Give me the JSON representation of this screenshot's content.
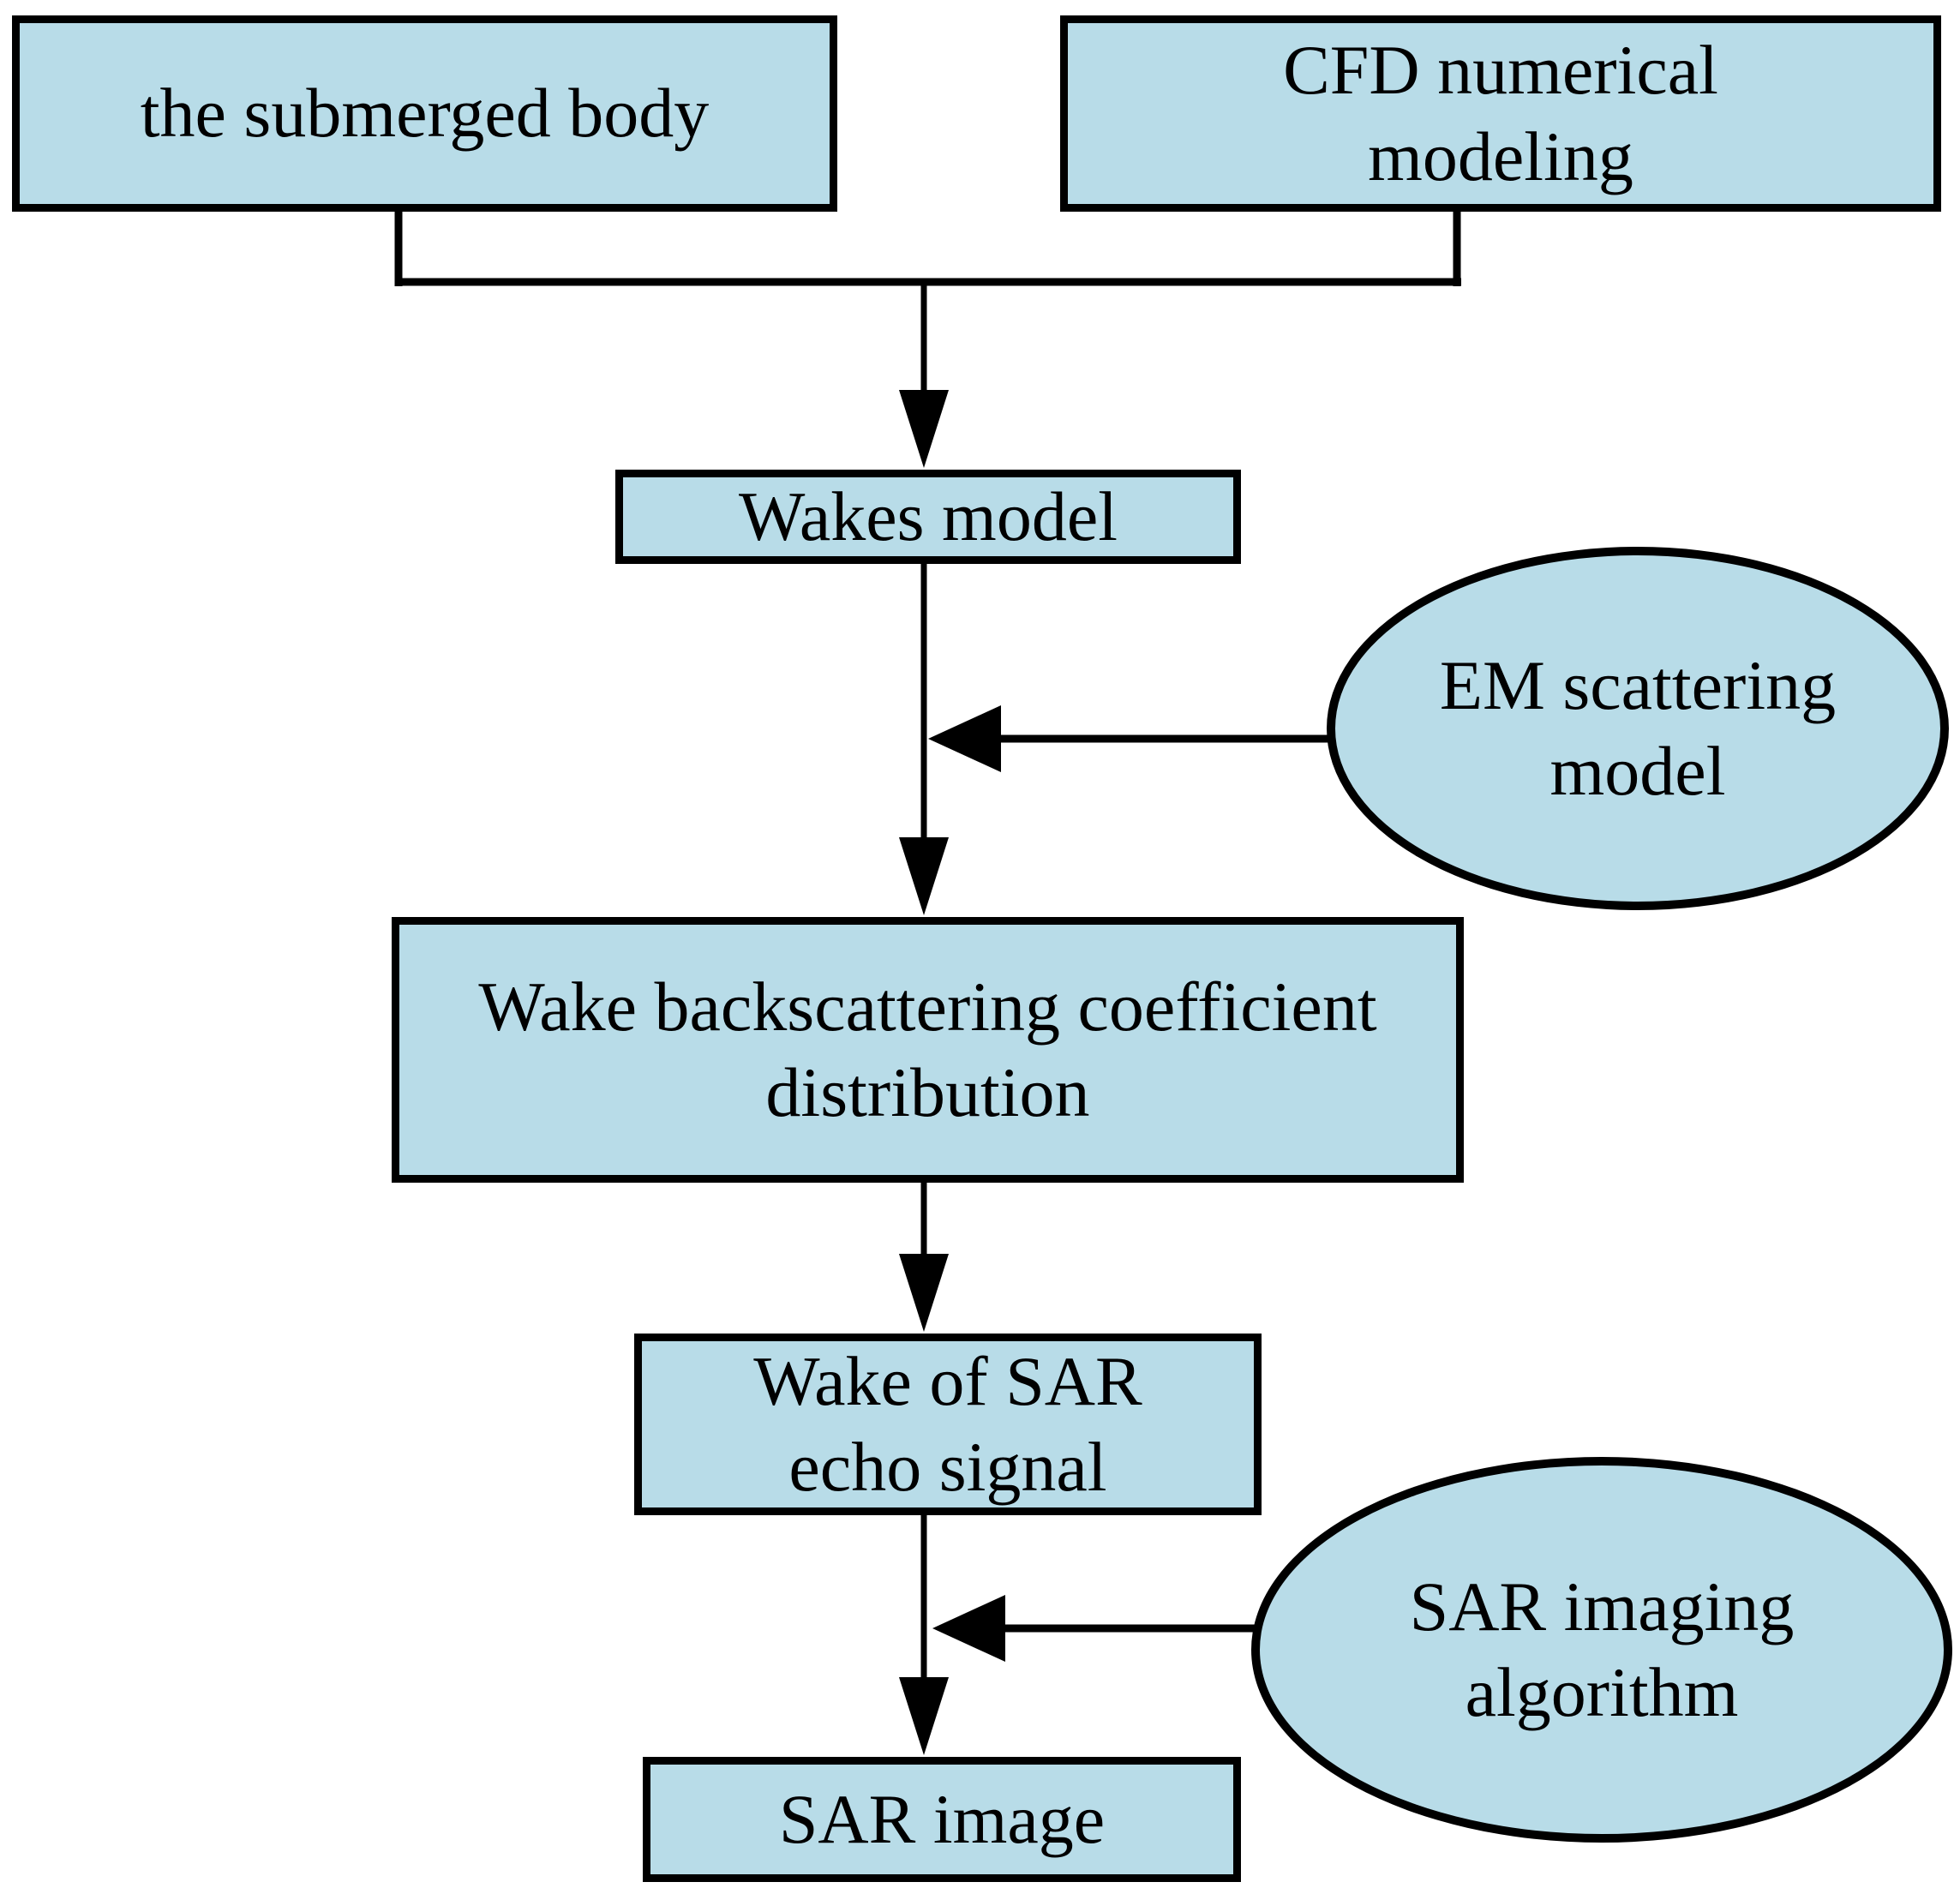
{
  "diagram": {
    "type": "flowchart",
    "colors": {
      "node_fill": "#b8dce8",
      "node_border": "#000000",
      "text_color": "#000000",
      "background": "#ffffff"
    },
    "nodes": [
      {
        "id": "submerged-body",
        "shape": "rectangle",
        "lines": [
          "the submerged body"
        ]
      },
      {
        "id": "cfd-numerical-modeling",
        "shape": "rectangle",
        "lines": [
          "CFD numerical",
          "modeling"
        ]
      },
      {
        "id": "wakes-model",
        "shape": "rectangle",
        "lines": [
          "Wakes model"
        ]
      },
      {
        "id": "em-scattering-model",
        "shape": "ellipse",
        "lines": [
          "EM scattering",
          "model"
        ]
      },
      {
        "id": "wake-backscattering-coefficient-distribution",
        "shape": "rectangle",
        "lines": [
          "Wake backscattering coefficient",
          "distribution"
        ]
      },
      {
        "id": "wake-of-sar-echo-signal",
        "shape": "rectangle",
        "lines": [
          "Wake of SAR",
          "echo signal"
        ]
      },
      {
        "id": "sar-imaging-algorithm",
        "shape": "ellipse",
        "lines": [
          "SAR imaging",
          "algorithm"
        ]
      },
      {
        "id": "sar-image",
        "shape": "rectangle",
        "lines": [
          "SAR image"
        ]
      }
    ],
    "edges": [
      {
        "from": "the submerged body",
        "to": "Wakes model",
        "style": "merged arrow"
      },
      {
        "from": "CFD numerical modeling",
        "to": "Wakes model",
        "style": "merged arrow"
      },
      {
        "from": "Wakes model",
        "to": "Wake backscattering coefficient distribution",
        "style": "arrow"
      },
      {
        "from": "EM scattering model",
        "to": "edge: Wakes model -> Wake backscattering coefficient distribution",
        "style": "arrow"
      },
      {
        "from": "Wake backscattering coefficient distribution",
        "to": "Wake of SAR echo signal",
        "style": "arrow"
      },
      {
        "from": "Wake of SAR echo signal",
        "to": "SAR image",
        "style": "arrow"
      },
      {
        "from": "SAR imaging algorithm",
        "to": "edge: Wake of SAR echo signal -> SAR image",
        "style": "arrow"
      }
    ]
  }
}
